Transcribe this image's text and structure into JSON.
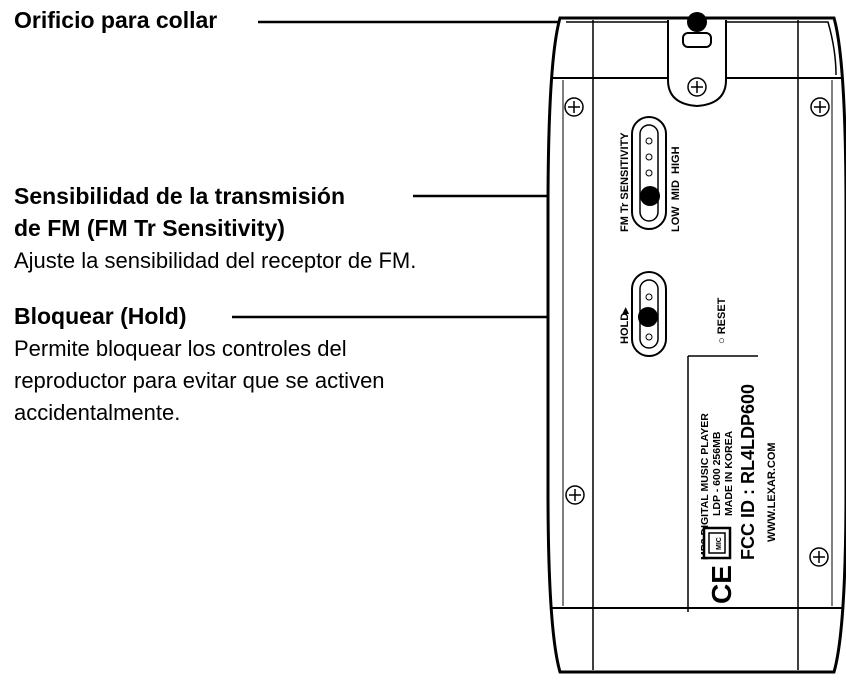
{
  "callouts": {
    "lanyard": {
      "title": "Orificio para collar"
    },
    "fm": {
      "title_line1": "Sensibilidad de la transmisión",
      "title_line2": "de FM (FM Tr Sensitivity)",
      "description": "Ajuste la sensibilidad del receptor de FM."
    },
    "hold": {
      "title": "Bloquear (Hold)",
      "desc_line1": "Permite bloquear los controles del",
      "desc_line2": "reproductor para evitar que se activen",
      "desc_line3": "accidentalmente."
    }
  },
  "device": {
    "fm_switch_label": "FM Tr SENSITIVITY",
    "fm_levels": "LOW  MID  HIGH",
    "hold_label": "HOLD",
    "hold_arrow": "▶",
    "reset_label": "○ RESET",
    "info_line1": "MP3 DIGITAL MUSIC PLAYER",
    "info_line2": "LDP - 600 256MB",
    "info_line3": "MADE IN KOREA",
    "fcc_id": "FCC ID : RL4LDP600",
    "website": "WWW.LEXAR.COM",
    "ce_mark": "CE",
    "cert_mark": "MIC"
  },
  "colors": {
    "ink": "#000000",
    "background": "#ffffff",
    "device_fill": "#ffffff"
  }
}
